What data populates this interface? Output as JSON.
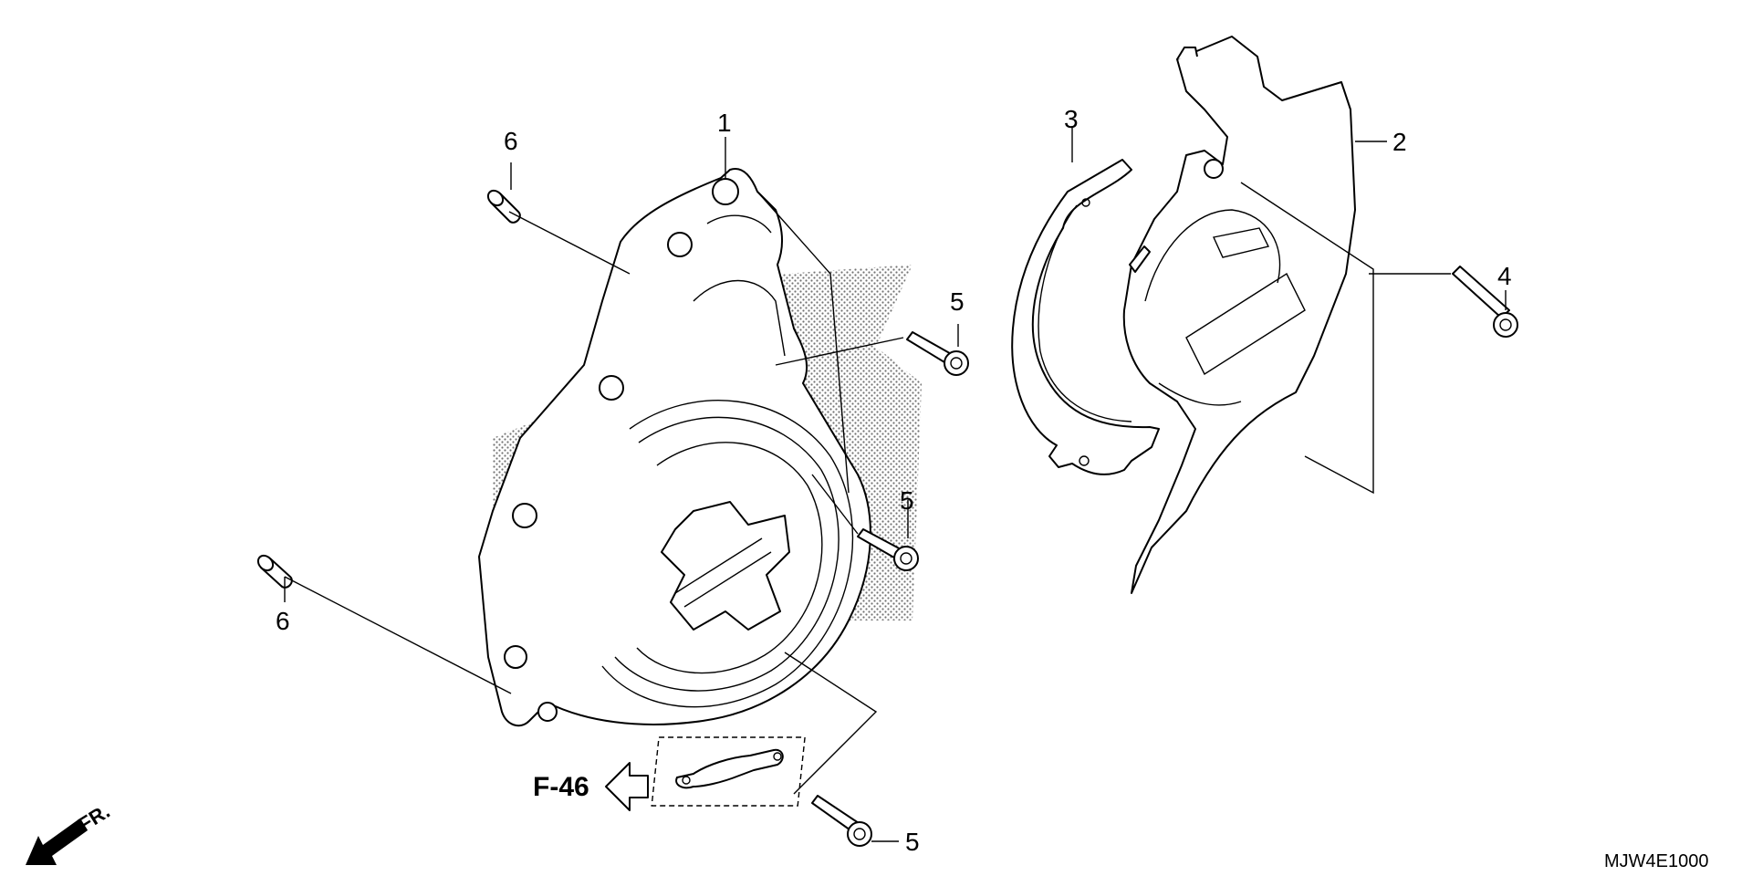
{
  "diagram": {
    "drawing_code": "MJW4E1000",
    "reference": "F-46",
    "front_marker": "FR.",
    "callouts": {
      "part_1": "1",
      "part_2": "2",
      "part_3": "3",
      "part_4": "4",
      "part_5a": "5",
      "part_5b": "5",
      "part_5c": "5",
      "part_6a": "6",
      "part_6b": "6"
    },
    "icons": [
      "front-direction-arrow",
      "reference-arrow-left"
    ]
  }
}
